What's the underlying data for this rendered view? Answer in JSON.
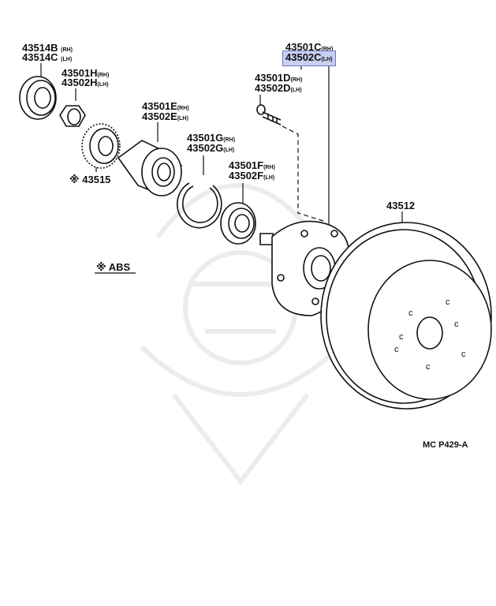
{
  "labels": {
    "p43514B": "43514B",
    "p43514B_side": "(RH)",
    "p43514C": "43514C",
    "p43514C_side": "(LH)",
    "p43501H": "43501H",
    "p43501H_side": "(RH)",
    "p43502H": "43502H",
    "p43502H_side": "(LH)",
    "p43501E": "43501E",
    "p43501E_side": "(RH)",
    "p43502E": "43502E",
    "p43502E_side": "(LH)",
    "p43501G": "43501G",
    "p43501G_side": "(RH)",
    "p43502G": "43502G",
    "p43502G_side": "(LH)",
    "p43501F": "43501F",
    "p43501F_side": "(RH)",
    "p43502F": "43502F",
    "p43502F_side": "(LH)",
    "p43501D": "43501D",
    "p43501D_side": "(RH)",
    "p43502D": "43502D",
    "p43502D_side": "(LH)",
    "p43501C": "43501C",
    "p43501C_side": "(RH)",
    "p43502C": "43502C",
    "p43502C_side": "(LH)",
    "p43515": "※ 43515",
    "p43512": "43512",
    "abs_note": "※ ABS"
  },
  "diagram_code": "MC P429-A",
  "highlight_part": "43502C",
  "colors": {
    "highlight_fill": "#c9cff0",
    "highlight_border": "#6e78c8",
    "ink": "#111111",
    "watermark": "#ececec"
  }
}
